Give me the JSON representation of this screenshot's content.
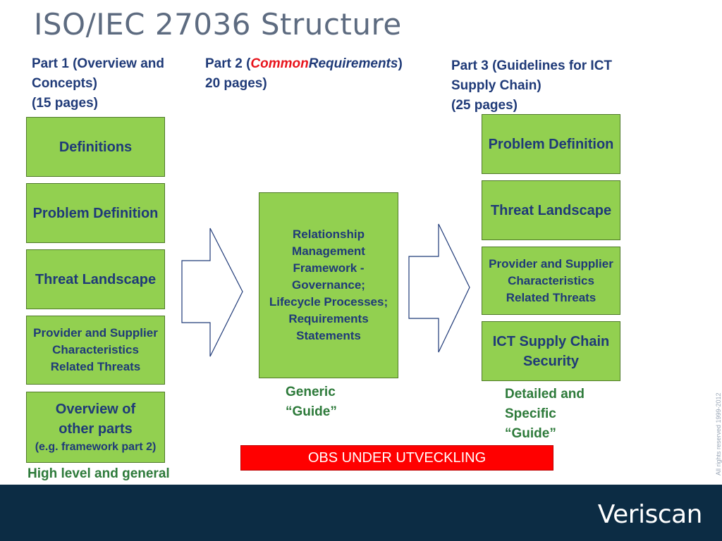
{
  "title": "ISO/IEC 27036 Structure",
  "part1": {
    "heading": [
      "Part 1 (Overview and",
      "Concepts)",
      "(15 pages)"
    ],
    "boxes": {
      "definitions": "Definitions",
      "problem_definition": "Problem Definition",
      "threat_landscape": "Threat Landscape",
      "provider_lines": [
        "Provider and Supplier",
        "Characteristics",
        "Related Threats"
      ],
      "overview_lines": [
        "Overview of",
        "other parts",
        "(e.g. framework part 2)"
      ]
    },
    "note": "High level and general"
  },
  "part2": {
    "heading_prefix": "Part 2 (",
    "heading_common": "Common",
    "heading_requirements": "Requirements",
    "heading_suffix": ")",
    "heading_line2": "20 pages)",
    "box_lines": [
      "Relationship",
      "Management",
      "Framework -",
      "Governance;",
      "Lifecycle Processes;",
      "Requirements",
      "Statements"
    ],
    "note": [
      "Generic",
      "“Guide”"
    ]
  },
  "part3": {
    "heading": [
      "Part 3 (Guidelines for ICT",
      "Supply Chain)",
      "(25 pages)"
    ],
    "boxes": {
      "problem_definition": "Problem Definition",
      "threat_landscape": "Threat Landscape",
      "provider_lines": [
        "Provider and Supplier",
        "Characteristics",
        "Related Threats"
      ],
      "ict_lines": [
        "ICT Supply Chain",
        "Security"
      ]
    },
    "note": [
      "Detailed and",
      "Specific",
      "“Guide”"
    ]
  },
  "banner": "OBS UNDER UTVECKLING",
  "rights": "All rights reserved 1999-2012",
  "logo": "Veriscan",
  "colors": {
    "box_fill": "#92d050",
    "heading_text": "#1f3a78",
    "note_text": "#2d7a3a",
    "banner_fill": "#ff0000",
    "footer": "#0c2c44"
  }
}
